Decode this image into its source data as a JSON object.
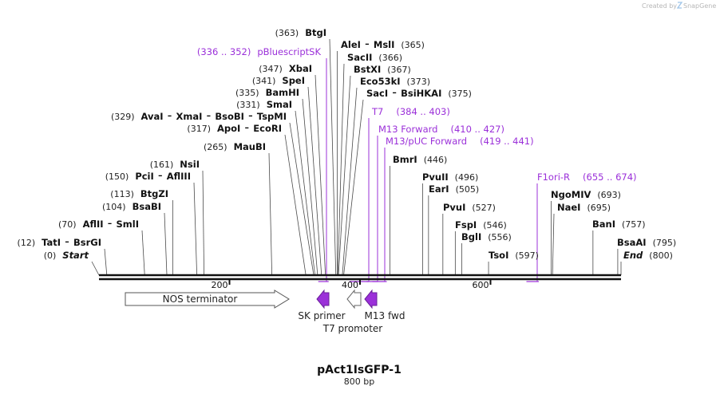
{
  "title": "pAct1IsGFP-1",
  "length_label": "800 bp",
  "credit": "Created by",
  "credit_brand": "SnapGene",
  "ruler": {
    "length": 800,
    "ticks": [
      {
        "pos": 200,
        "label": "200"
      },
      {
        "pos": 400,
        "label": "400"
      },
      {
        "pos": 600,
        "label": "600"
      }
    ]
  },
  "sites": [
    {
      "id": "start",
      "pos": 0,
      "coord": "(0)",
      "coord_after": false,
      "special": true,
      "names": [
        "Start"
      ]
    },
    {
      "id": "tati",
      "pos": 12,
      "coord": "(12)",
      "coord_after": false,
      "names": [
        "TatI",
        "BsrGI"
      ]
    },
    {
      "id": "aflii",
      "pos": 70,
      "coord": "(70)",
      "coord_after": false,
      "names": [
        "AflII",
        "SmlI"
      ]
    },
    {
      "id": "bsabi",
      "pos": 104,
      "coord": "(104)",
      "coord_after": false,
      "names": [
        "BsaBI"
      ]
    },
    {
      "id": "btgzi",
      "pos": 113,
      "coord": "(113)",
      "coord_after": false,
      "names": [
        "BtgZI"
      ]
    },
    {
      "id": "pcii",
      "pos": 150,
      "coord": "(150)",
      "coord_after": false,
      "names": [
        "PciI",
        "AflIII"
      ]
    },
    {
      "id": "nsii",
      "pos": 161,
      "coord": "(161)",
      "coord_after": false,
      "names": [
        "NsiI"
      ]
    },
    {
      "id": "maubi",
      "pos": 265,
      "coord": "(265)",
      "coord_after": false,
      "names": [
        "MauBI"
      ]
    },
    {
      "id": "apoi",
      "pos": 317,
      "coord": "(317)",
      "coord_after": false,
      "names": [
        "ApoI",
        "EcoRI"
      ]
    },
    {
      "id": "avai",
      "pos": 329,
      "coord": "(329)",
      "coord_after": false,
      "names": [
        "AvaI",
        "XmaI",
        "BsoBI",
        "TspMI"
      ]
    },
    {
      "id": "smai",
      "pos": 331,
      "coord": "(331)",
      "coord_after": false,
      "names": [
        "SmaI"
      ]
    },
    {
      "id": "bamhi",
      "pos": 335,
      "coord": "(335)",
      "coord_after": false,
      "names": [
        "BamHI"
      ]
    },
    {
      "id": "spei",
      "pos": 341,
      "coord": "(341)",
      "coord_after": false,
      "names": [
        "SpeI"
      ]
    },
    {
      "id": "xbai",
      "pos": 347,
      "coord": "(347)",
      "coord_after": false,
      "names": [
        "XbaI"
      ]
    },
    {
      "id": "btgi",
      "pos": 363,
      "coord": "(363)",
      "coord_after": false,
      "names": [
        "BtgI"
      ]
    },
    {
      "id": "alei",
      "pos": 365,
      "coord": "(365)",
      "coord_after": true,
      "names": [
        "AleI",
        "MslI"
      ]
    },
    {
      "id": "sacii",
      "pos": 366,
      "coord": "(366)",
      "coord_after": true,
      "names": [
        "SacII"
      ]
    },
    {
      "id": "bstxi",
      "pos": 367,
      "coord": "(367)",
      "coord_after": true,
      "names": [
        "BstXI"
      ]
    },
    {
      "id": "eco53ki",
      "pos": 373,
      "coord": "(373)",
      "coord_after": true,
      "names": [
        "Eco53kI"
      ]
    },
    {
      "id": "saci",
      "pos": 375,
      "coord": "(375)",
      "coord_after": true,
      "names": [
        "SacI",
        "BsiHKAI"
      ]
    },
    {
      "id": "bmri",
      "pos": 446,
      "coord": "(446)",
      "coord_after": true,
      "names": [
        "BmrI"
      ]
    },
    {
      "id": "pvuii",
      "pos": 496,
      "coord": "(496)",
      "coord_after": true,
      "names": [
        "PvuII"
      ]
    },
    {
      "id": "eari",
      "pos": 505,
      "coord": "(505)",
      "coord_after": true,
      "names": [
        "EarI"
      ]
    },
    {
      "id": "pvui",
      "pos": 527,
      "coord": "(527)",
      "coord_after": true,
      "names": [
        "PvuI"
      ]
    },
    {
      "id": "fspi",
      "pos": 546,
      "coord": "(546)",
      "coord_after": true,
      "names": [
        "FspI"
      ]
    },
    {
      "id": "bgli",
      "pos": 556,
      "coord": "(556)",
      "coord_after": true,
      "names": [
        "BglI"
      ]
    },
    {
      "id": "tsoi",
      "pos": 597,
      "coord": "(597)",
      "coord_after": true,
      "names": [
        "TsoI"
      ]
    },
    {
      "id": "ngomiv",
      "pos": 693,
      "coord": "(693)",
      "coord_after": true,
      "names": [
        "NgoMIV"
      ]
    },
    {
      "id": "naei",
      "pos": 695,
      "coord": "(695)",
      "coord_after": true,
      "names": [
        "NaeI"
      ]
    },
    {
      "id": "bani",
      "pos": 757,
      "coord": "(757)",
      "coord_after": true,
      "names": [
        "BanI"
      ]
    },
    {
      "id": "bsaai",
      "pos": 795,
      "coord": "(795)",
      "coord_after": true,
      "names": [
        "BsaAI"
      ]
    },
    {
      "id": "end",
      "pos": 800,
      "coord": "(800)",
      "coord_after": true,
      "special": true,
      "names": [
        "End"
      ]
    }
  ],
  "primer_binding": [
    {
      "id": "pbluescriptsk",
      "name": "pBluescriptSK",
      "range": "(336 .. 352)",
      "start": 336,
      "end": 352,
      "range_first": true
    },
    {
      "id": "t7",
      "name": "T7",
      "range": "(384 .. 403)",
      "start": 384,
      "end": 403
    },
    {
      "id": "m13fwd",
      "name": "M13 Forward",
      "range": "(410 .. 427)",
      "start": 410,
      "end": 427
    },
    {
      "id": "m13puc",
      "name": "M13/pUC Forward",
      "range": "(419 .. 441)",
      "start": 419,
      "end": 441
    },
    {
      "id": "f1ori",
      "name": "F1ori-R",
      "range": "(655 .. 674)",
      "start": 655,
      "end": 674
    }
  ],
  "features": [
    {
      "id": "nos",
      "label": "NOS terminator",
      "start": 20,
      "end": 290,
      "direction": "forward",
      "type": "terminator",
      "fill": "#ffffff",
      "stroke": "#555555"
    },
    {
      "id": "skprimer",
      "label": "SK primer",
      "start": 335,
      "end": 355,
      "direction": "reverse",
      "type": "primer",
      "fill": "#9b30d9",
      "stroke": "#6a1f9a"
    },
    {
      "id": "t7promoter",
      "label": "T7 promoter",
      "start": 383,
      "end": 403,
      "direction": "reverse",
      "type": "promoter",
      "fill": "#ffffff",
      "stroke": "#666666"
    },
    {
      "id": "m13fwdfeat",
      "label": "M13 fwd",
      "start": 410,
      "end": 428,
      "direction": "reverse",
      "type": "primer",
      "fill": "#9b30d9",
      "stroke": "#6a1f9a"
    }
  ],
  "colors": {
    "backbone": "#111111",
    "site_line": "#555555",
    "primer": "#9b30d9",
    "text": "#111111"
  }
}
